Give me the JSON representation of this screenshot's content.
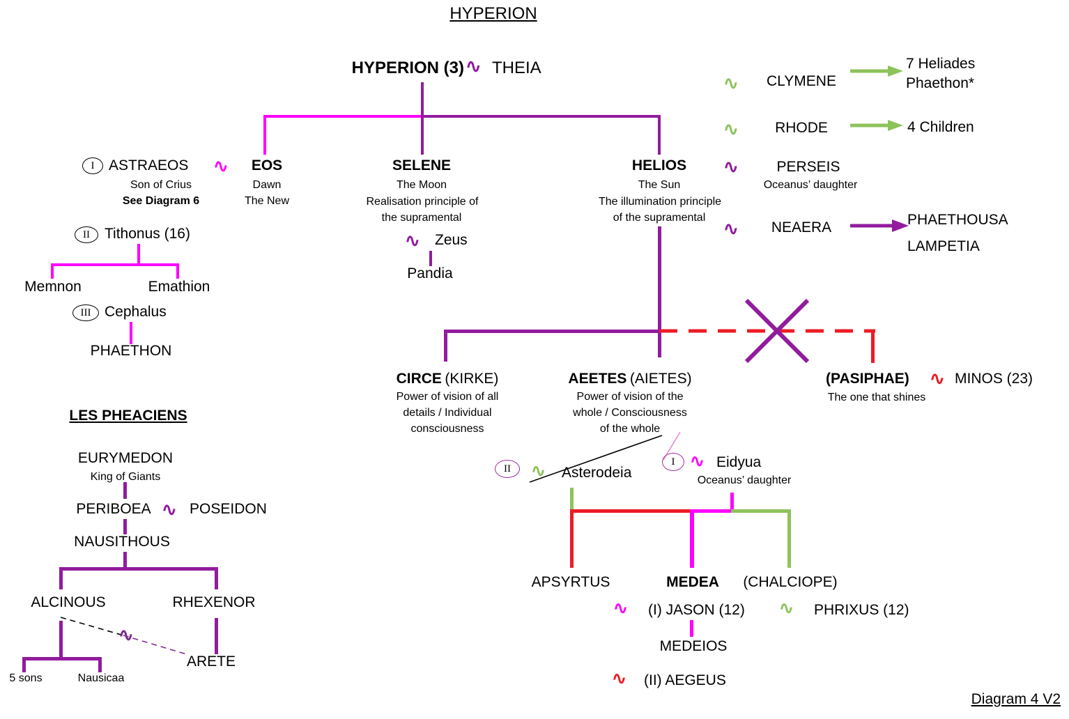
{
  "meta": {
    "title": "HYPERION",
    "footer": "Diagram 4 V2"
  },
  "colors": {
    "magenta": "#FF00FF",
    "purple": "#921B9E",
    "green": "#8DC35B",
    "red": "#ED1C24",
    "black": "#000000"
  },
  "symbols": {
    "tilde": "∿",
    "roman1": "I",
    "roman2": "II",
    "roman3": "III"
  },
  "top": {
    "hyperion_union": "HYPERION (3)",
    "theia": "THEIA"
  },
  "consorts": [
    {
      "name": "CLYMENE",
      "tilde_color": "green",
      "arrow_color": "green",
      "offspring": [
        "7 Heliades",
        "Phaethon*"
      ]
    },
    {
      "name": "RHODE",
      "tilde_color": "green",
      "arrow_color": "green",
      "offspring": [
        "4 Children"
      ]
    },
    {
      "name": "PERSEIS",
      "tilde_color": "purple",
      "arrow_color": null,
      "note": "Oceanus’ daughter",
      "offspring": []
    },
    {
      "name": "NEAERA",
      "tilde_color": "purple",
      "arrow_color": "purple",
      "offspring": [
        "PHAETHOUSA",
        "LAMPETIA"
      ]
    }
  ],
  "children": {
    "eos": {
      "name": "EOS",
      "lines": [
        "Dawn",
        "The New"
      ]
    },
    "selene": {
      "name": "SELENE",
      "lines": [
        "The Moon",
        "Realisation principle of",
        "the supramental"
      ]
    },
    "helios": {
      "name": "HELIOS",
      "lines": [
        "The Sun",
        "The illumination principle",
        "of the supramental"
      ]
    }
  },
  "eos_branch": {
    "astraeos": {
      "roman": "I",
      "name": "ASTRAEOS",
      "line1": "Son of Crius",
      "line2": "See Diagram 6"
    },
    "tithonus": {
      "roman": "II",
      "name": "Tithonus (16)"
    },
    "memnon": "Memnon",
    "emathion": "Emathion",
    "cephalus": {
      "roman": "III",
      "name": "Cephalus"
    },
    "phaethon": "PHAETHON"
  },
  "selene_branch": {
    "zeus": "Zeus",
    "pandia": "Pandia"
  },
  "helios_children": {
    "circe": {
      "name": "CIRCE",
      "alt": "(KIRKE)",
      "lines": [
        "Power of vision of all",
        "details / Individual",
        "consciousness"
      ]
    },
    "aeetes": {
      "name": "AEETES",
      "alt": "(AIETES)",
      "lines": [
        "Power of vision of the",
        "whole / Consciousness",
        "of the whole"
      ]
    },
    "pasiphae": {
      "name": "(PASIPHAE)",
      "spouse": "MINOS (23)",
      "note": "The one that shines"
    }
  },
  "aeetes_branch": {
    "asterodeia": {
      "roman": "II",
      "name": "Asterodeia"
    },
    "eidyua": {
      "roman": "I",
      "name": "Eidyua",
      "note": "Oceanus’ daughter"
    },
    "apsyrtus": "APSYRTUS",
    "medea": "MEDEA",
    "chalciope": "(CHALCIOPE)",
    "jason": "(I) JASON (12)",
    "phrixus": "PHRIXUS (12)",
    "medeios": "MEDEIOS",
    "aegeus": "(II) AEGEUS"
  },
  "pheaciens": {
    "heading": "LES PHEACIENS",
    "eurymedon": {
      "name": "EURYMEDON",
      "note": "King of Giants"
    },
    "periboea": "PERIBOEA",
    "poseidon": "POSEIDON",
    "nausithous": "NAUSITHOUS",
    "alcinous": "ALCINOUS",
    "rhexenor": "RHEXENOR",
    "arete": "ARETE",
    "five_sons": "5 sons",
    "nausicaa": "Nausicaa"
  }
}
